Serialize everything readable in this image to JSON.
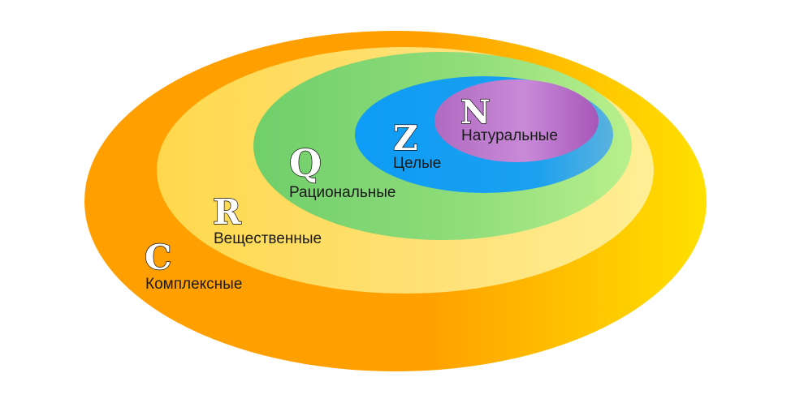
{
  "sets": {
    "complex": {
      "symbol": "C",
      "label": "Комплексные"
    },
    "real": {
      "symbol": "R",
      "label": "Вещественные"
    },
    "rational": {
      "symbol": "Q",
      "label": "Рациональные"
    },
    "integer": {
      "symbol": "Z",
      "label": "Целые"
    },
    "natural": {
      "symbol": "N",
      "label": "Натуральные"
    }
  },
  "colors": {
    "complex": [
      "#FFA000",
      "#FFE000"
    ],
    "real": [
      "#FFD34A",
      "#FFF090"
    ],
    "rational": [
      "#6FCF6A",
      "#B5F08A"
    ],
    "integer": [
      "#109CF5",
      "#55B0E0"
    ],
    "natural": [
      "#A657B8",
      "#C98AD8"
    ]
  }
}
